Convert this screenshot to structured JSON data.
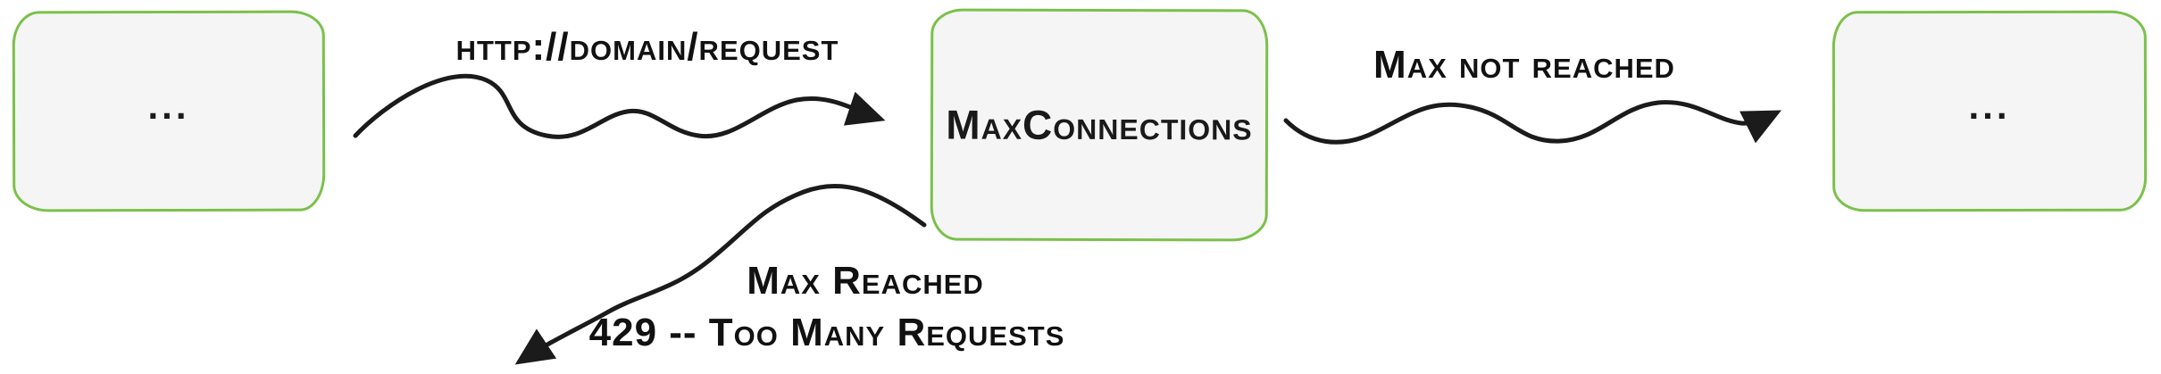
{
  "diagram": {
    "nodes": {
      "left": {
        "label": "..."
      },
      "center": {
        "label": "MaxConnections"
      },
      "right": {
        "label": "..."
      }
    },
    "edges": {
      "request": {
        "label": "http://domain/request"
      },
      "max_not_reached": {
        "label": "Max not reached"
      },
      "max_reached": {
        "label_line1": "Max Reached",
        "label_line2": "429 -- Too Many Requests"
      }
    },
    "colors": {
      "node_border": "#7bc04a",
      "node_fill": "#f5f5f5",
      "stroke": "#1b1b1b"
    }
  }
}
